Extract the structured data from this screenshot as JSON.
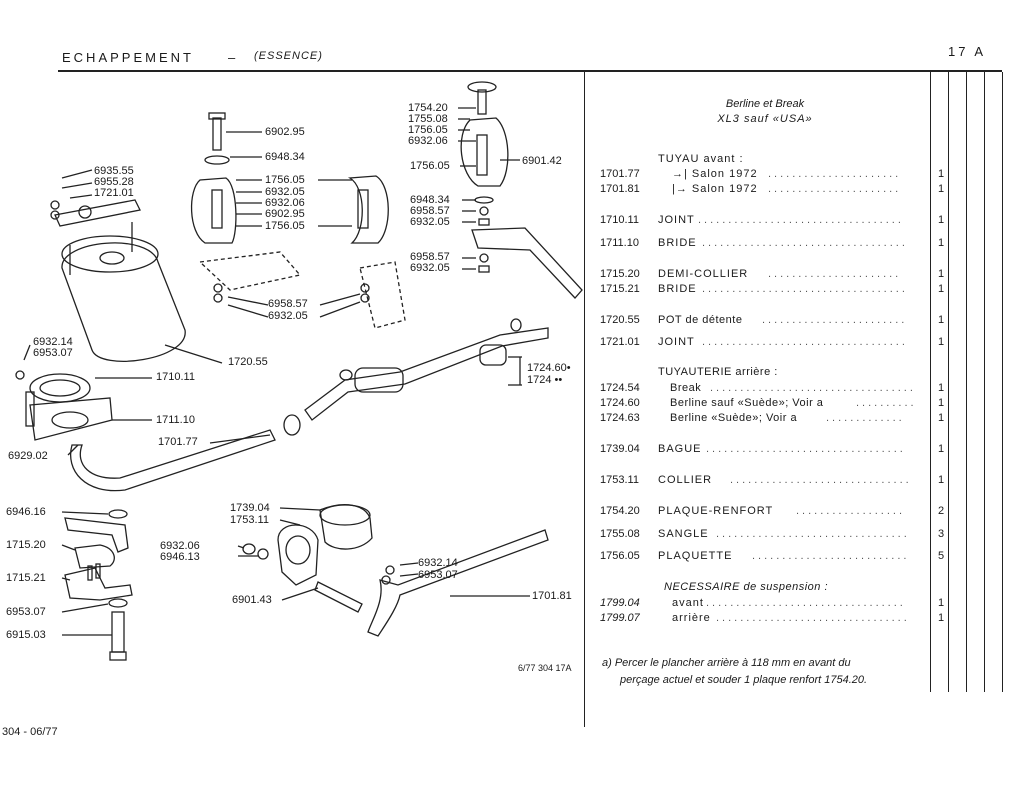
{
  "header": {
    "title": "ECHAPPEMENT",
    "dash": "–",
    "subtitle": "(ESSENCE)",
    "page": "17 A"
  },
  "footer": {
    "page_ref": "304 - 06/77",
    "figure_ref": "6/77 304 17A"
  },
  "diagram_labels": [
    "6902.95",
    "6948.34",
    "1756.05",
    "6932.05",
    "6932.06",
    "6902.95",
    "1756.05",
    "1754.20",
    "1755.08",
    "1756.05",
    "6932.06",
    "1756.05",
    "6901.42",
    "6948.34",
    "6958.57",
    "6932.05",
    "6958.57",
    "6932.05",
    "6958.57",
    "6932.05",
    "6935.55",
    "6955.28",
    "1721.01",
    "6932.14",
    "6953.07",
    "1720.55",
    "1710.11",
    "1711.10",
    "1701.77",
    "6929.02",
    "1724.60•",
    "1724 ••",
    "6946.16",
    "1715.20",
    "1715.21",
    "6953.07",
    "6915.03",
    "1739.04",
    "1753.11",
    "6932.06",
    "6946.13",
    "6901.43",
    "6932.14",
    "6953.07",
    "1701.81"
  ],
  "parts_table": {
    "applicability_line1": "Berline et Break",
    "applicability_line2": "XL3 sauf «USA»",
    "rows": [
      {
        "code": "",
        "desc": "TUYAU avant :",
        "qty": ""
      },
      {
        "code": "1701.77",
        "desc": "→| Salon 1972",
        "qty": "1"
      },
      {
        "code": "1701.81",
        "desc": "|→ Salon 1972",
        "qty": "1"
      },
      {
        "code": "1710.11",
        "desc": "JOINT",
        "qty": "1"
      },
      {
        "code": "1711.10",
        "desc": "BRIDE",
        "qty": "1"
      },
      {
        "code": "1715.20",
        "desc": "DEMI-COLLIER",
        "qty": "1"
      },
      {
        "code": "1715.21",
        "desc": "BRIDE",
        "qty": "1"
      },
      {
        "code": "1720.55",
        "desc": "POT de détente",
        "qty": "1"
      },
      {
        "code": "1721.01",
        "desc": "JOINT",
        "qty": "1"
      },
      {
        "code": "",
        "desc": "TUYAUTERIE arrière :",
        "qty": ""
      },
      {
        "code": "1724.54",
        "desc": "Break",
        "qty": "1"
      },
      {
        "code": "1724.60",
        "desc": "Berline sauf «Suède»; Voir a",
        "qty": "1"
      },
      {
        "code": "1724.63",
        "desc": "Berline «Suède»; Voir a",
        "qty": "1"
      },
      {
        "code": "1739.04",
        "desc": "BAGUE",
        "qty": "1"
      },
      {
        "code": "1753.11",
        "desc": "COLLIER",
        "qty": "1"
      },
      {
        "code": "1754.20",
        "desc": "PLAQUE-RENFORT",
        "qty": "2"
      },
      {
        "code": "1755.08",
        "desc": "SANGLE",
        "qty": "3"
      },
      {
        "code": "1756.05",
        "desc": "PLAQUETTE",
        "qty": "5"
      },
      {
        "code": "",
        "desc": "NECESSAIRE de suspension :",
        "qty": ""
      },
      {
        "code": "1799.04",
        "desc": "avant",
        "qty": "1"
      },
      {
        "code": "1799.07",
        "desc": "arrière",
        "qty": "1"
      }
    ]
  },
  "note": {
    "marker": "a)",
    "line1": "Percer le plancher arrière à 118 mm en avant du",
    "line2": "perçage actuel et souder 1 plaque renfort 1754.20."
  }
}
